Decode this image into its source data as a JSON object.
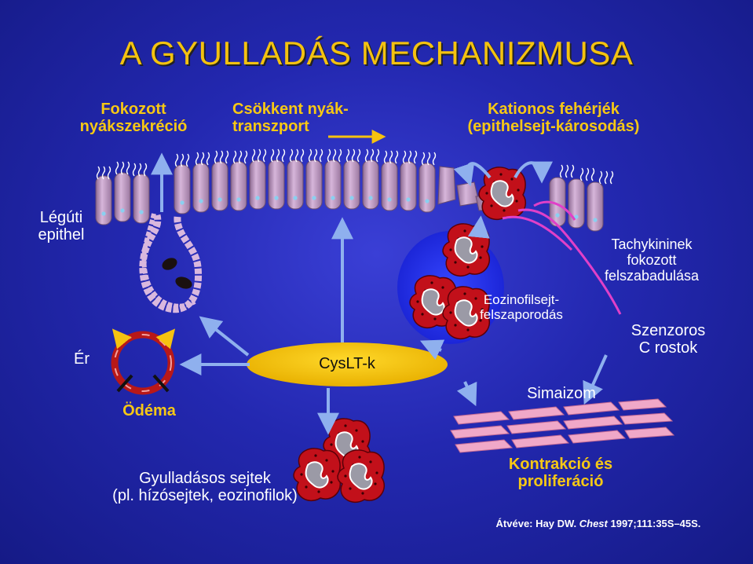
{
  "title": "A GYULLADÁS MECHANIZMUSA",
  "labels": {
    "mucus_secretion": [
      "Fokozott",
      "nyákszekréció"
    ],
    "mucus_transport": [
      "Csökkent nyák-",
      "transzport"
    ],
    "cationic_proteins": [
      "Kationos fehérjék",
      "(epithelsejt-károsodás)"
    ],
    "airway_epithelium": [
      "Légúti",
      "epithel"
    ],
    "vessel": "Ér",
    "edema": "Ödéma",
    "cyslt": "CysLT-k",
    "eosinophil_proliferation": [
      "Eozinofilsejt-",
      "felszaporodás"
    ],
    "tachykinins": [
      "Tachykininek",
      "fokozott",
      "felszabadulása"
    ],
    "sensory_c_fibres": [
      "Szenzoros",
      "C rostok"
    ],
    "smooth_muscle": "Simaizom",
    "inflammatory_cells": [
      "Gyulladásos sejtek",
      "(pl. hízósejtek, eozinofilok)"
    ],
    "contraction": [
      "Kontrakció és",
      "proliferáció"
    ],
    "citation_prefix": "Átvéve: Hay DW. ",
    "citation_journal": "Chest",
    "citation_suffix": " 1997;111:35S–45S."
  },
  "colors": {
    "title": "#f4c210",
    "yellow_text": "#f7c814",
    "cell_fill": "#c9a6cc",
    "ellipse": "#f6c20f",
    "nerve": "#e040c8",
    "vessel_red": "#b81818"
  }
}
